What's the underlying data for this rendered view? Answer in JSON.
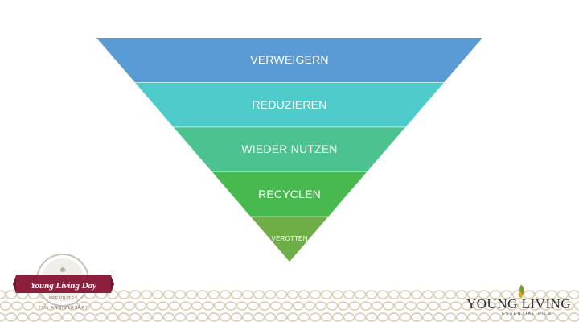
{
  "diagram": {
    "tiers": [
      {
        "label": "VERWEIGERN",
        "color": "#5b9bd5"
      },
      {
        "label": "REDUZIEREN",
        "color": "#4fcacb"
      },
      {
        "label": "WIEDER NUTZEN",
        "color": "#4cc38e"
      },
      {
        "label": "RECYCLEN",
        "color": "#47b94f"
      },
      {
        "label": "VEROTTEN",
        "color": "#6fae46"
      }
    ]
  },
  "badge": {
    "title": "Young Living Day",
    "line1": "#REUNITES",
    "line2": "25th ANNIVERSARY",
    "ribbon_color": "#8c1f3c"
  },
  "logo": {
    "brand": "YOUNG LIVING",
    "tagline": "ESSENTIAL OILS",
    "leaf_color": "#7a9a2e",
    "drop_color": "#e1a51c"
  },
  "footer": {
    "pattern_color": "#d9cbb0"
  }
}
